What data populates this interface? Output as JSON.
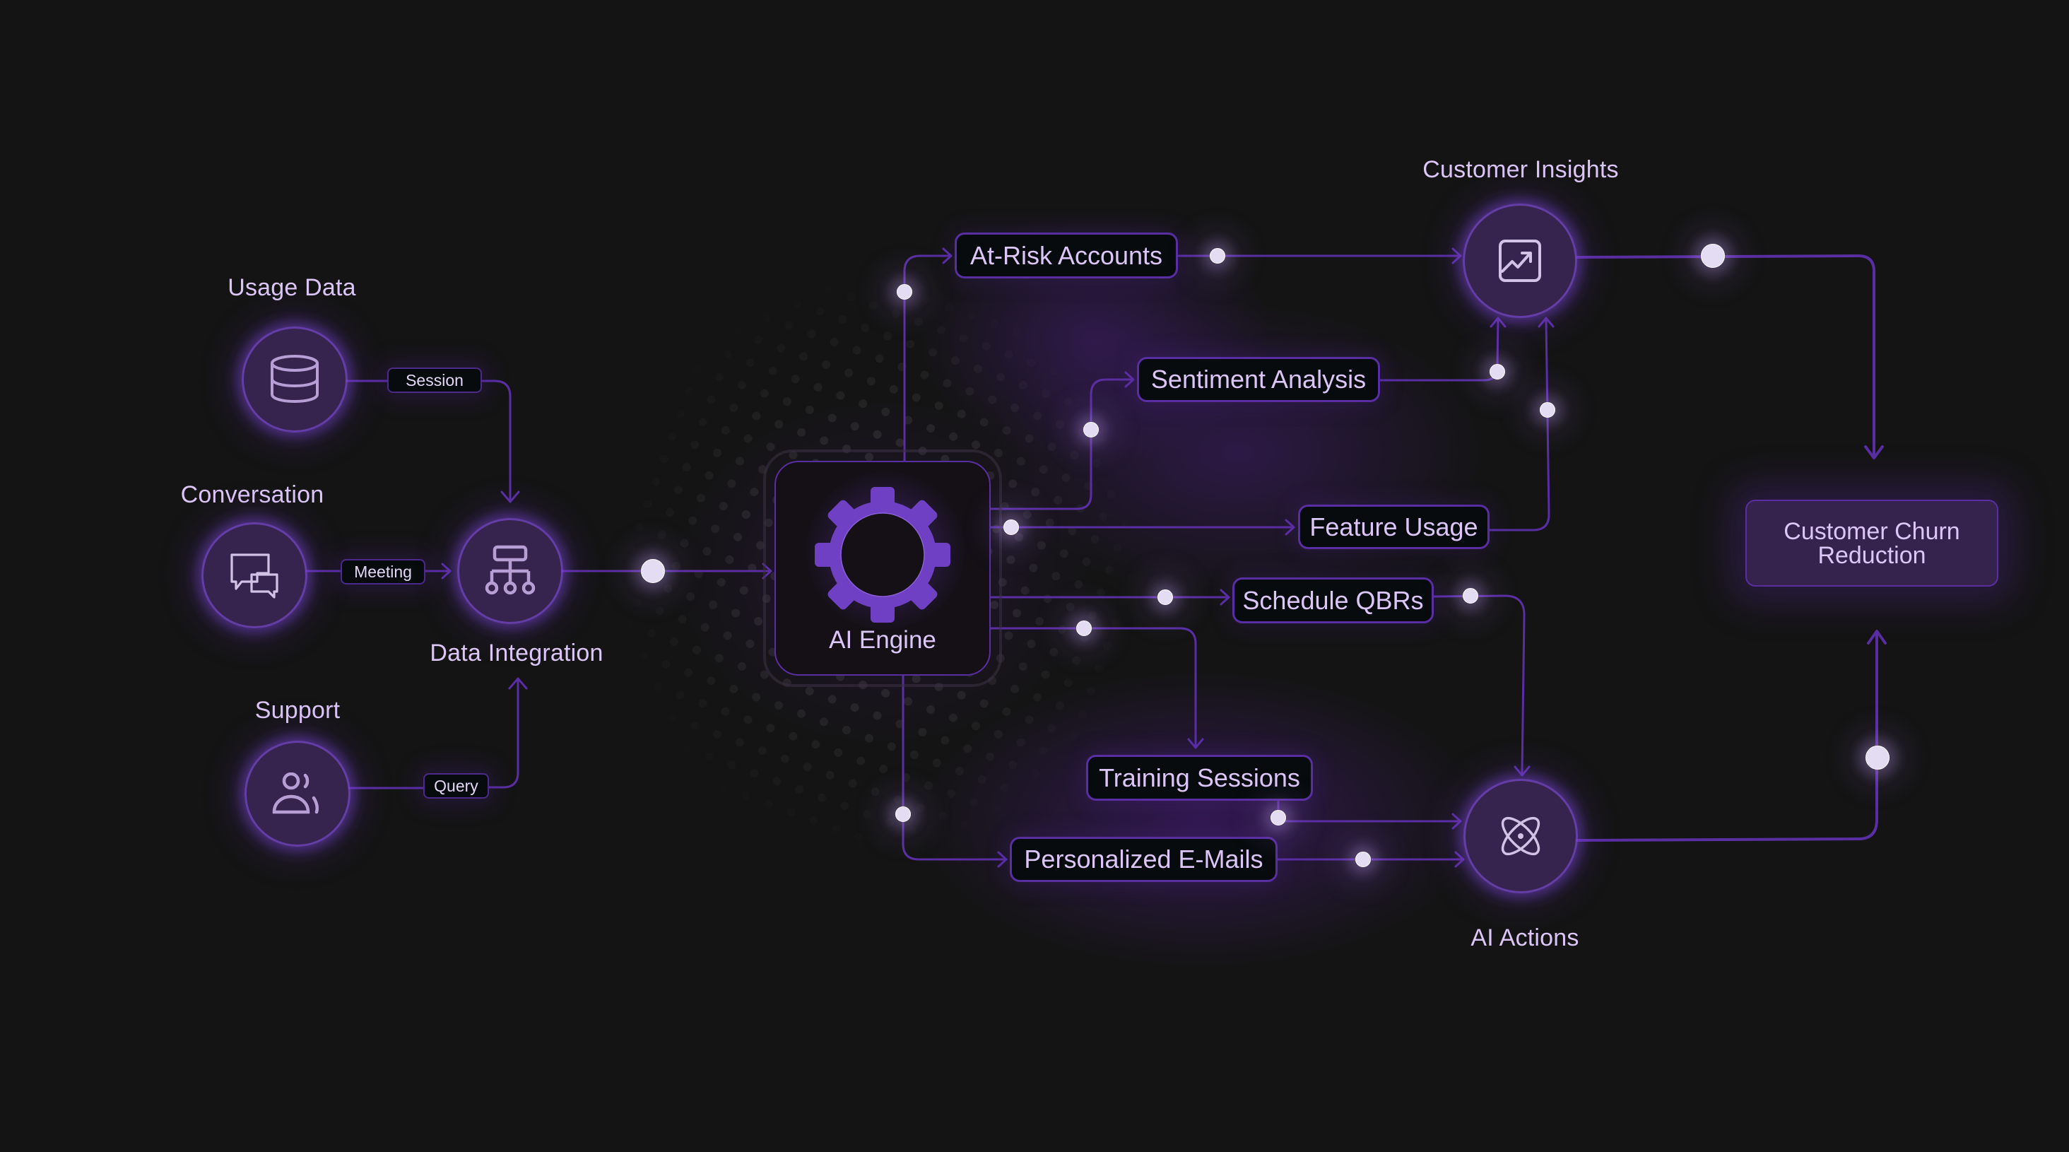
{
  "colors": {
    "background": "#141414",
    "accent": "#6b3fc0",
    "line": "#5a2ea3",
    "node_fill": "#36244f",
    "text": "#dcc6f7",
    "dot": "#e4dcf3",
    "gear": "#7040c4"
  },
  "sources": [
    {
      "label": "Usage Data",
      "icon": "database-icon",
      "connector_label": "Session"
    },
    {
      "label": "Conversation",
      "icon": "chat-bubbles-icon",
      "connector_label": "Meeting"
    },
    {
      "label": "Support",
      "icon": "users-icon",
      "connector_label": "Query"
    }
  ],
  "integration": {
    "label": "Data Integration",
    "icon": "hierarchy-icon"
  },
  "engine": {
    "label": "AI Engine",
    "icon": "gear-icon"
  },
  "insight_outputs": [
    {
      "label": "At-Risk Accounts"
    },
    {
      "label": "Sentiment Analysis"
    },
    {
      "label": "Feature Usage"
    }
  ],
  "action_outputs": [
    {
      "label": "Schedule QBRs"
    },
    {
      "label": "Training Sessions"
    },
    {
      "label": "Personalized E-Mails"
    }
  ],
  "insights": {
    "label": "Customer Insights",
    "icon": "trend-chart-icon"
  },
  "actions": {
    "label": "AI Actions",
    "icon": "atom-icon"
  },
  "goal": {
    "line1": "Customer Churn",
    "line2": "Reduction"
  }
}
